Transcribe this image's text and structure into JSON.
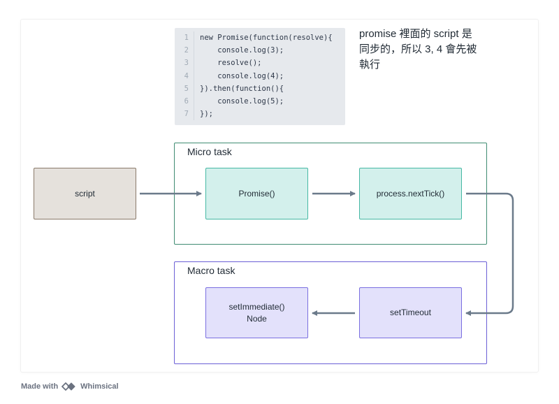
{
  "code": {
    "lines": [
      {
        "num": "1",
        "text": "new Promise(function(resolve){"
      },
      {
        "num": "2",
        "text": "    console.log(3);"
      },
      {
        "num": "3",
        "text": "    resolve();"
      },
      {
        "num": "4",
        "text": "    console.log(4);"
      },
      {
        "num": "5",
        "text": "}).then(function(){"
      },
      {
        "num": "6",
        "text": "    console.log(5);"
      },
      {
        "num": "7",
        "text": "});"
      }
    ]
  },
  "note": {
    "lines": [
      "promise 裡面的 script 是",
      "同步的，所以 3, 4 會先被",
      "執行"
    ]
  },
  "frames": {
    "micro": {
      "title": "Micro task"
    },
    "macro": {
      "title": "Macro task"
    }
  },
  "nodes": {
    "script": {
      "label": "script"
    },
    "promise": {
      "label": "Promise()"
    },
    "next_tick": {
      "label": "process.nextTick()"
    },
    "set_timeout": {
      "label": "setTimeout"
    },
    "set_immediate": {
      "lines": [
        "setImmediate()",
        "Node"
      ]
    }
  },
  "footer": {
    "made_with": "Made with",
    "brand": "Whimsical"
  },
  "colors": {
    "micro_frame": "#3f8c72",
    "macro_frame": "#6b5fd6",
    "connector": "#6b7a8a"
  }
}
